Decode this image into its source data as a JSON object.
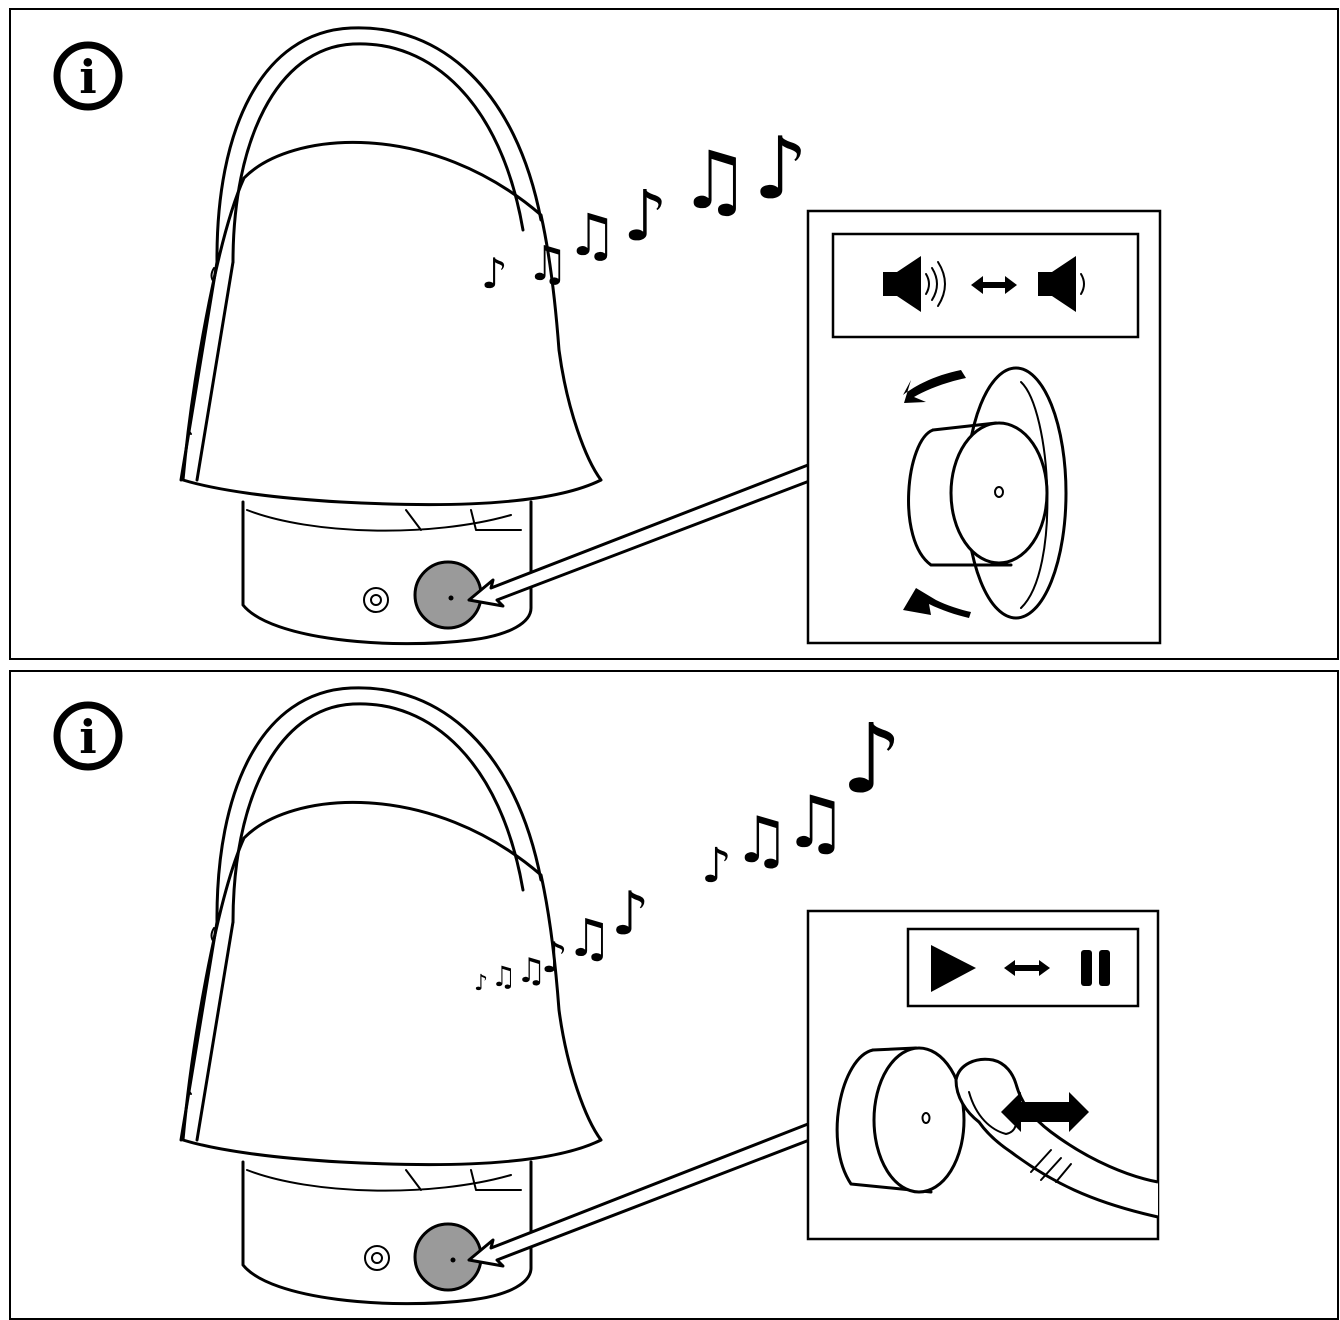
{
  "panels": [
    {
      "id": "volume",
      "info_icon": "info-circle-icon",
      "action": "rotate-knob",
      "legend_icons": [
        "speaker-loud-icon",
        "double-arrow-icon",
        "speaker-quiet-icon"
      ]
    },
    {
      "id": "play-pause",
      "info_icon": "info-circle-icon",
      "action": "press-knob",
      "legend_icons": [
        "play-icon",
        "double-arrow-icon",
        "pause-icon"
      ]
    }
  ],
  "colors": {
    "line": "#000000",
    "knob_fill": "#9a9a9a",
    "background": "#ffffff"
  },
  "glyphs": {
    "info": "i",
    "eighth_note": "♪",
    "beamed_notes": "♫"
  }
}
